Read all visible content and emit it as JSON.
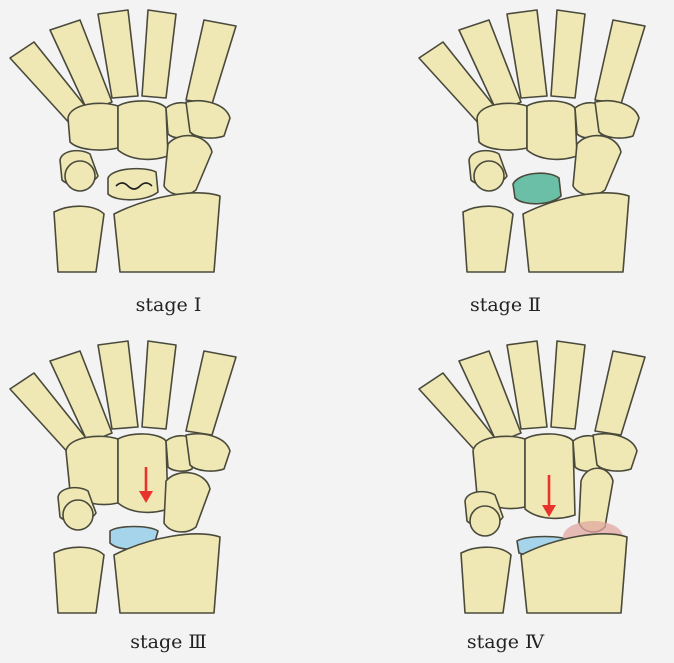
{
  "colors": {
    "bone": "#efe8b4",
    "outline": "#4a4a3c",
    "lunate_stage2": "#6cbfa7",
    "lunate_stage3": "#a6d4ea",
    "arrow": "#e8332c",
    "sclerosis_highlight": "#e2a7a0"
  },
  "panels": [
    {
      "caption": "stage Ⅰ"
    },
    {
      "caption": "stage Ⅱ"
    },
    {
      "caption": "stage Ⅲ"
    },
    {
      "caption": "stage Ⅳ"
    }
  ]
}
